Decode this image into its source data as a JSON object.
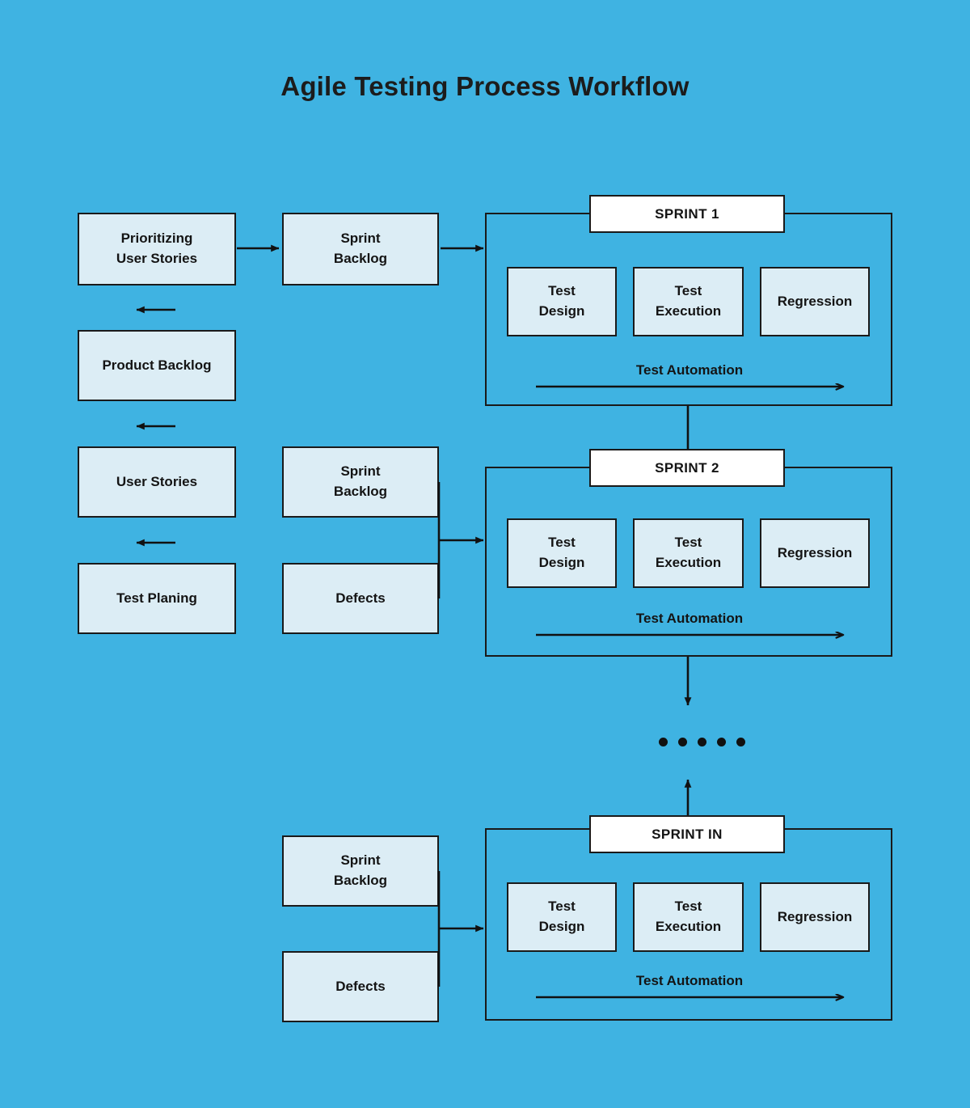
{
  "page": {
    "title": "Agile Testing Process Workflow",
    "background_color": "#3fb3e2",
    "box_fill_color": "#dcedf5",
    "box_border_color": "#1a1a1a",
    "tab_fill_color": "#ffffff",
    "text_color": "#141414"
  },
  "left_flow": {
    "prioritizing": {
      "line1": "Prioritizing",
      "line2": "User Stories"
    },
    "product_backlog": {
      "label": "Product Backlog"
    },
    "user_stories": {
      "label": "User Stories"
    },
    "test_planing": {
      "label": "Test Planing"
    }
  },
  "inputs": {
    "sprint1_backlog": {
      "line1": "Sprint",
      "line2": "Backlog"
    },
    "sprint2_backlog": {
      "line1": "Sprint",
      "line2": "Backlog"
    },
    "sprint2_defects": {
      "label": "Defects"
    },
    "sprintIN_backlog": {
      "line1": "Sprint",
      "line2": "Backlog"
    },
    "sprintIN_defects": {
      "label": "Defects"
    }
  },
  "sprints": [
    {
      "tab_label": "SPRINT 1",
      "stages": [
        {
          "line1": "Test",
          "line2": "Design"
        },
        {
          "line1": "Test",
          "line2": "Execution"
        },
        {
          "line1": "Regression",
          "line2": ""
        }
      ],
      "automation_label": "Test Automation"
    },
    {
      "tab_label": "SPRINT 2",
      "stages": [
        {
          "line1": "Test",
          "line2": "Design"
        },
        {
          "line1": "Test",
          "line2": "Execution"
        },
        {
          "line1": "Regression",
          "line2": ""
        }
      ],
      "automation_label": "Test Automation"
    },
    {
      "tab_label": "SPRINT IN",
      "stages": [
        {
          "line1": "Test",
          "line2": "Design"
        },
        {
          "line1": "Test",
          "line2": "Execution"
        },
        {
          "line1": "Regression",
          "line2": ""
        }
      ],
      "automation_label": "Test Automation"
    }
  ],
  "continuation": {
    "dot_count": 5,
    "meaning": "more sprints"
  }
}
